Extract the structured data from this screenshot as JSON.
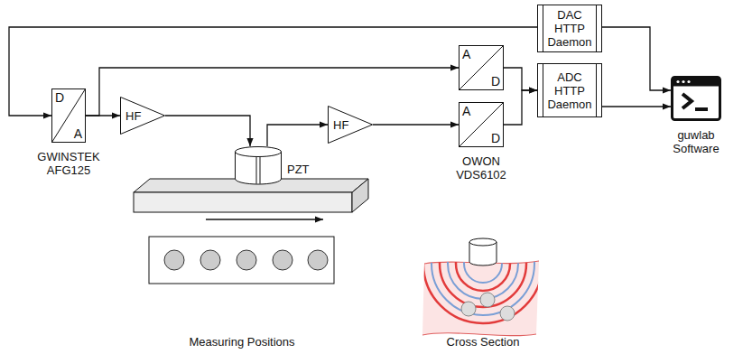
{
  "diagram": {
    "nodes": [
      {
        "text": [
          "D",
          "A",
          "GWINSTEK AFG125"
        ]
      },
      {
        "text": [
          "HF"
        ]
      },
      {
        "text": [
          "PZT"
        ]
      },
      {
        "text": [
          "HF"
        ]
      },
      {
        "text": [
          "A",
          "D"
        ]
      },
      {
        "text": [
          "A",
          "D",
          "OWON VDS6102"
        ]
      },
      {
        "text": [
          "DAC HTTP Daemon"
        ]
      },
      {
        "text": [
          "ADC HTTP Daemon"
        ]
      },
      {
        "text": [
          "guwlab Software"
        ]
      }
    ],
    "edges": [
      {
        "from": 6,
        "to": 0,
        "arrow": "to"
      },
      {
        "from": 6,
        "to": 8,
        "arrow": "to"
      },
      {
        "from": 0,
        "to": 1,
        "arrow": "to"
      },
      {
        "from": 0,
        "to": 4,
        "arrow": "to"
      },
      {
        "from": 1,
        "to": 2,
        "arrow": "to"
      },
      {
        "from": 2,
        "to": 3,
        "arrow": "to"
      },
      {
        "from": 3,
        "to": 5,
        "arrow": "to"
      },
      {
        "from": 4,
        "to": 7,
        "arrow": "to"
      },
      {
        "from": 5,
        "to": 7,
        "arrow": "to"
      },
      {
        "from": 7,
        "to": 8,
        "arrow": "to"
      }
    ],
    "labels": [
      "Measuring Positions",
      "Cross Section"
    ]
  }
}
